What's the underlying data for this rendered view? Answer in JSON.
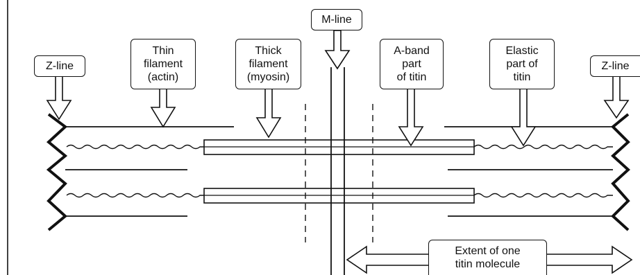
{
  "labels": {
    "z_line_left": "Z-line",
    "thin_filament": "Thin\nfilament\n(actin)",
    "thick_filament": "Thick\nfilament\n(myosin)",
    "m_line": "M-line",
    "a_band_titin": "A-band\npart\nof titin",
    "elastic_titin": "Elastic\npart of\ntitin",
    "z_line_right": "Z-line",
    "titin_extent": "Extent of one\ntitin molecule"
  },
  "colors": {
    "ink": "#111111",
    "background": "#ffffff"
  }
}
